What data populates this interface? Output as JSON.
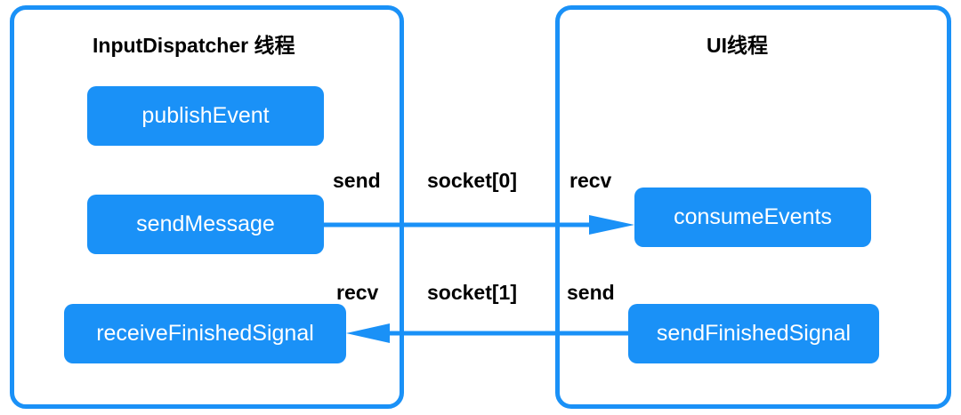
{
  "left_panel": {
    "title": "InputDispatcher 线程",
    "boxes": {
      "publish": "publishEvent",
      "send": "sendMessage",
      "receive": "receiveFinishedSignal"
    }
  },
  "right_panel": {
    "title": "UI线程",
    "boxes": {
      "consume": "consumeEvents",
      "send_finished": "sendFinishedSignal"
    }
  },
  "channels": {
    "top": {
      "left_label": "send",
      "middle_label": "socket[0]",
      "right_label": "recv"
    },
    "bottom": {
      "left_label": "recv",
      "middle_label": "socket[1]",
      "right_label": "send"
    }
  },
  "colors": {
    "accent": "#1a91f7",
    "text": "#000000",
    "box_text": "#ffffff"
  }
}
